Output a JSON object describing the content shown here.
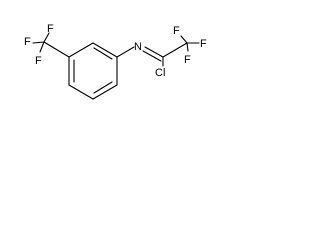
{
  "molecule": {
    "atoms": {
      "f_left_top": "F",
      "f_left_mid": "F",
      "f_left_bottom": "F",
      "nitrogen": "N",
      "f_right_left": "F",
      "f_right_right": "F",
      "f_right_bottom": "F",
      "chlorine": "Cl"
    }
  }
}
